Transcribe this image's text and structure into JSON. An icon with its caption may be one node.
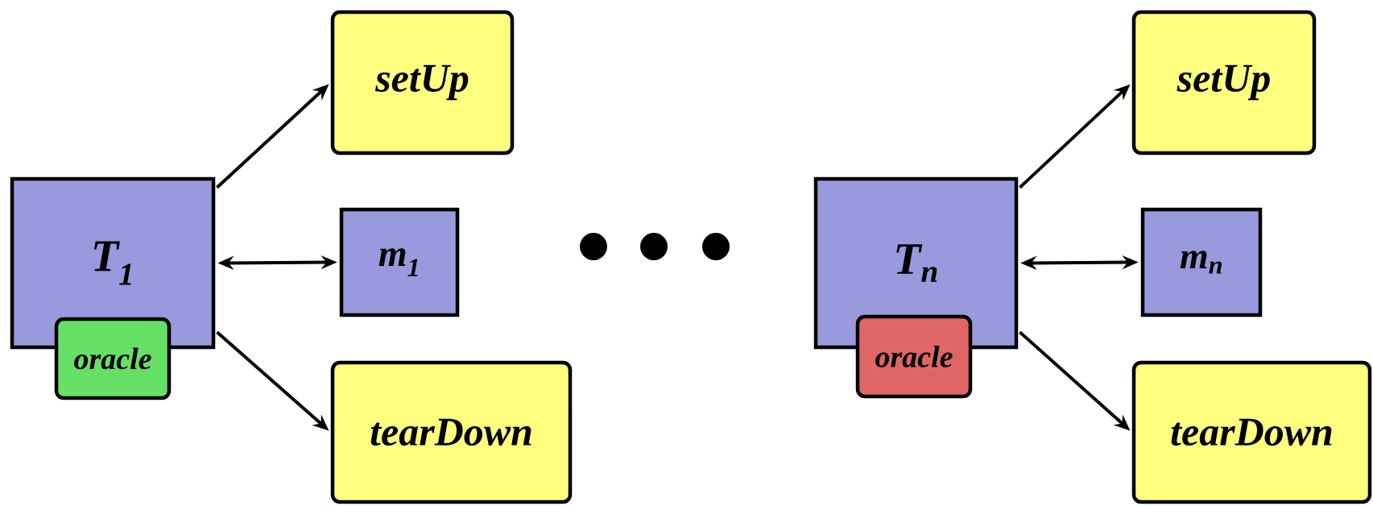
{
  "diagram": {
    "nodes": [
      {
        "text": [
          "T$_{1}$"
        ]
      },
      {
        "text": [
          "oracle"
        ]
      },
      {
        "text": [
          "setUp"
        ]
      },
      {
        "text": [
          "m$_{1}$"
        ]
      },
      {
        "text": [
          "tearDown"
        ]
      },
      {
        "text": [
          "T$_{n}$"
        ]
      },
      {
        "text": [
          "oracle"
        ]
      },
      {
        "text": [
          "setUp"
        ]
      },
      {
        "text": [
          "m$_{n}$"
        ]
      },
      {
        "text": [
          "tearDown"
        ]
      }
    ],
    "edges": [
      {
        "from": 0,
        "to": 2,
        "arrow": "to"
      },
      {
        "from": 0,
        "to": 3,
        "arrow": "both"
      },
      {
        "from": 0,
        "to": 4,
        "arrow": "to"
      },
      {
        "from": 5,
        "to": 7,
        "arrow": "to"
      },
      {
        "from": 5,
        "to": 8,
        "arrow": "both"
      },
      {
        "from": 5,
        "to": 9,
        "arrow": "to"
      }
    ]
  }
}
